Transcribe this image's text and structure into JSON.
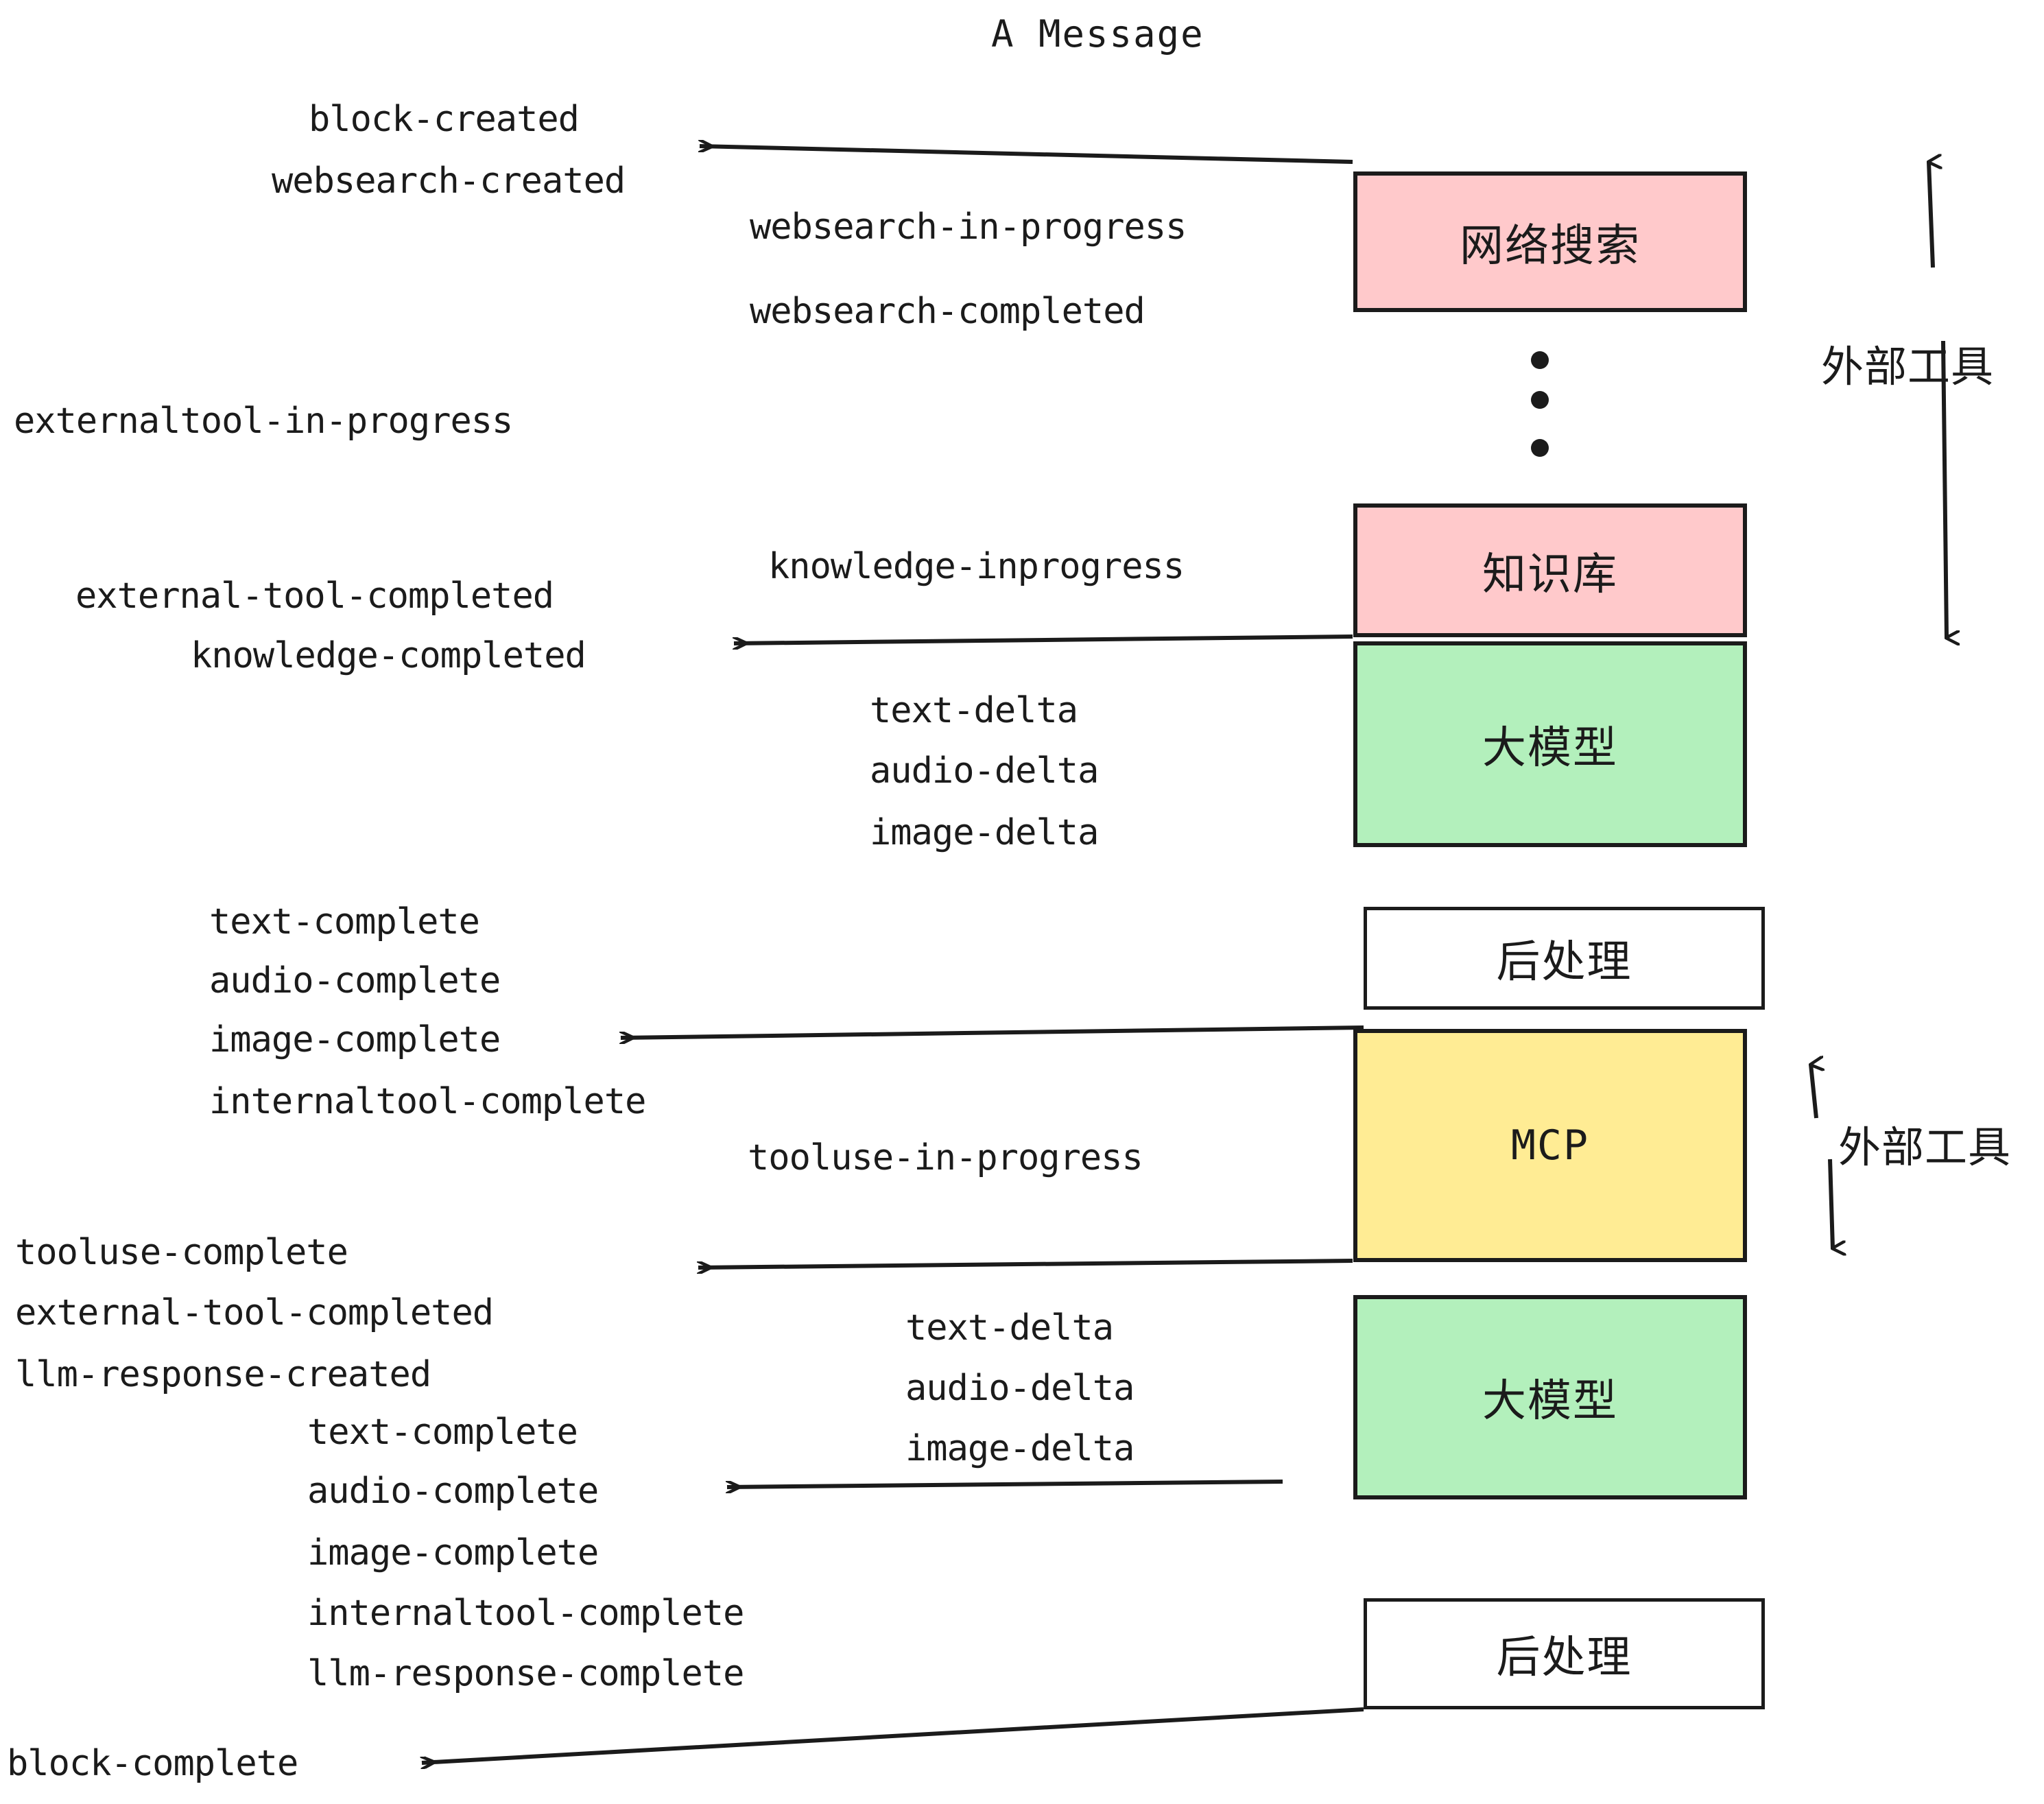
{
  "diagram": {
    "title": "A Message",
    "type": "sequence-flow",
    "background": "#ffffff",
    "colors": {
      "pink": "#ffc9cb",
      "green": "#b3f0bc",
      "yellow": "#ffec94",
      "white": "#ffffff",
      "stroke": "#1b1b1b"
    },
    "nodes": [
      {
        "id": "websearch",
        "label": "网络搜索",
        "color": "#ffc9cb"
      },
      {
        "id": "knowledge",
        "label": "知识库",
        "color": "#ffc9cb"
      },
      {
        "id": "llm-1",
        "label": "大模型",
        "color": "#b3f0bc"
      },
      {
        "id": "postprocess-1",
        "label": "后处理",
        "color": "#ffffff"
      },
      {
        "id": "mcp",
        "label": "MCP",
        "color": "#ffec94"
      },
      {
        "id": "llm-2",
        "label": "大模型",
        "color": "#b3f0bc"
      },
      {
        "id": "postprocess-2",
        "label": "后处理",
        "color": "#ffffff"
      }
    ],
    "group_labels": [
      {
        "id": "external-tools-top",
        "label": "外部工具"
      },
      {
        "id": "external-tools-bottom",
        "label": "外部工具"
      }
    ],
    "events": {
      "block_created": "block-created",
      "websearch_created": "websearch-created",
      "websearch_in_progress": "websearch-in-progress",
      "websearch_completed": "websearch-completed",
      "externaltool_in_progress": "externaltool-in-progress",
      "knowledge_inprogress": "knowledge-inprogress",
      "external_tool_completed_1": "external-tool-completed",
      "knowledge_completed": "knowledge-completed",
      "text_delta_1": "text-delta",
      "audio_delta_1": "audio-delta",
      "image_delta_1": "image-delta",
      "text_complete_1": "text-complete",
      "audio_complete_1": "audio-complete",
      "image_complete_1": "image-complete",
      "internaltool_complete_1": "internaltool-complete",
      "tooluse_in_progress": "tooluse-in-progress",
      "tooluse_complete": "tooluse-complete",
      "external_tool_completed_2": "external-tool-completed",
      "llm_response_created": "llm-response-created",
      "text_delta_2": "text-delta",
      "audio_delta_2": "audio-delta",
      "image_delta_2": "image-delta",
      "text_complete_2": "text-complete",
      "audio_complete_2": "audio-complete",
      "image_complete_2": "image-complete",
      "internaltool_complete_2": "internaltool-complete",
      "llm_response_complete": "llm-response-complete",
      "block_complete": "block-complete"
    },
    "ellipsis": "three-vertical-dots"
  }
}
